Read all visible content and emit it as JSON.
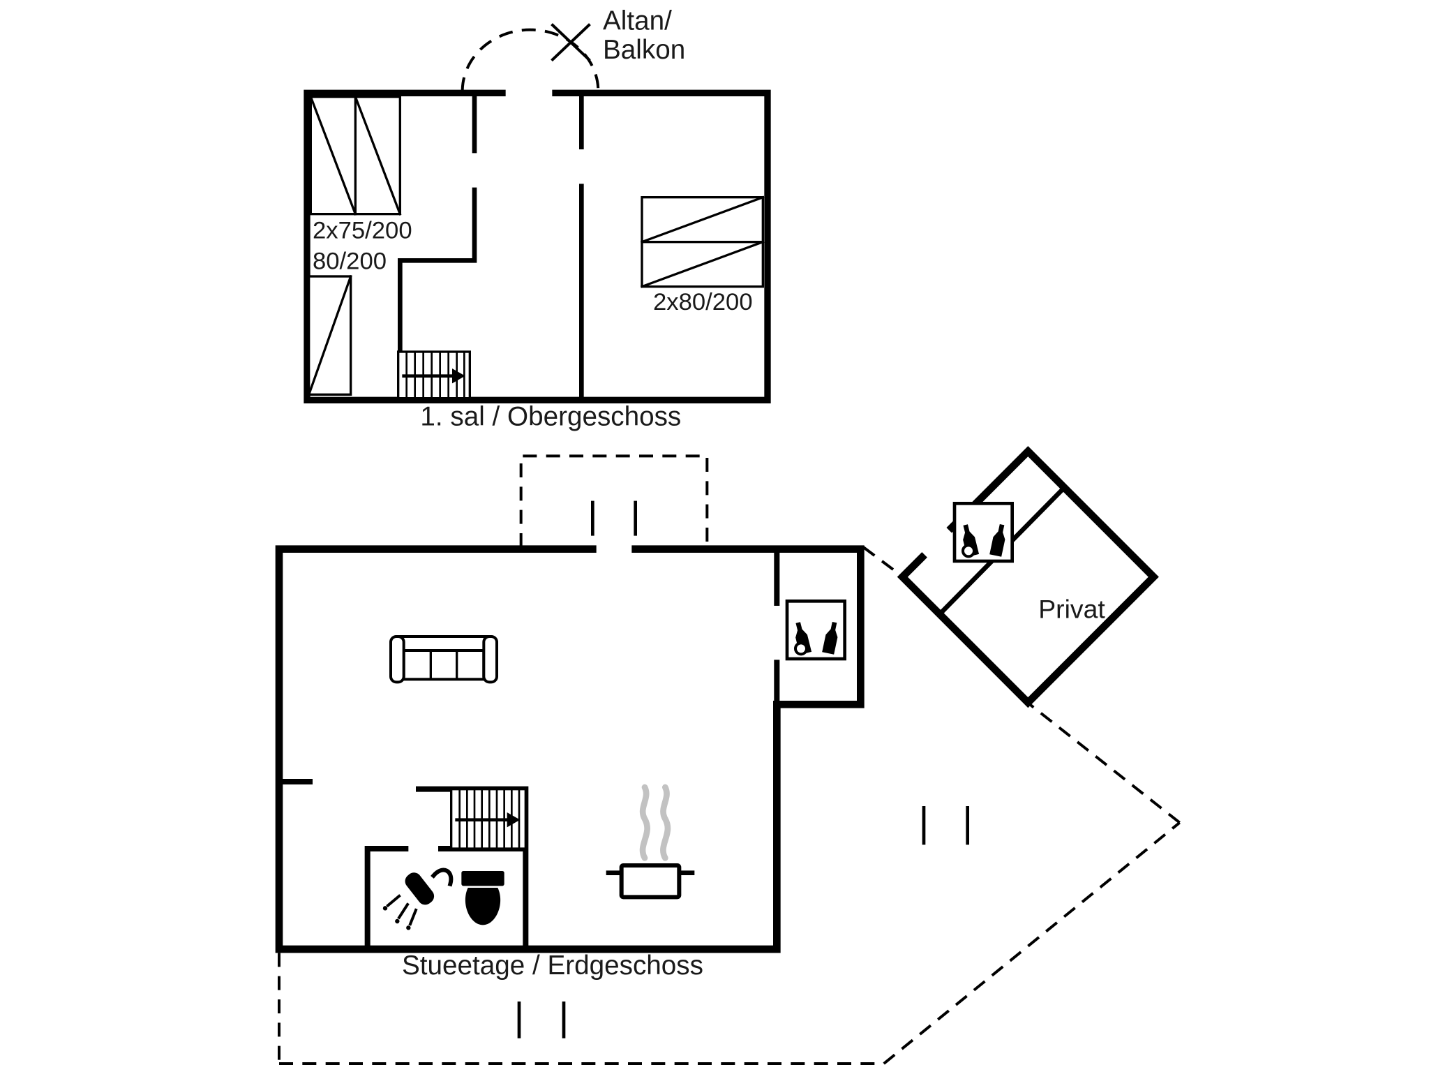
{
  "colors": {
    "line": "#000000",
    "text": "#1a1a1a",
    "steam": "#c2c2c2",
    "background": "#ffffff"
  },
  "upper_floor": {
    "balcony_label": {
      "line1": "Altan/",
      "line2": "Balkon"
    },
    "bed_labels": {
      "left_double": "2x75/200",
      "left_single": "80/200",
      "right_double": "2x80/200"
    },
    "caption": "1. sal / Obergeschoss"
  },
  "ground_floor": {
    "privat_room_label": "Privat",
    "caption": "Stueetage / Erdgeschoss"
  }
}
